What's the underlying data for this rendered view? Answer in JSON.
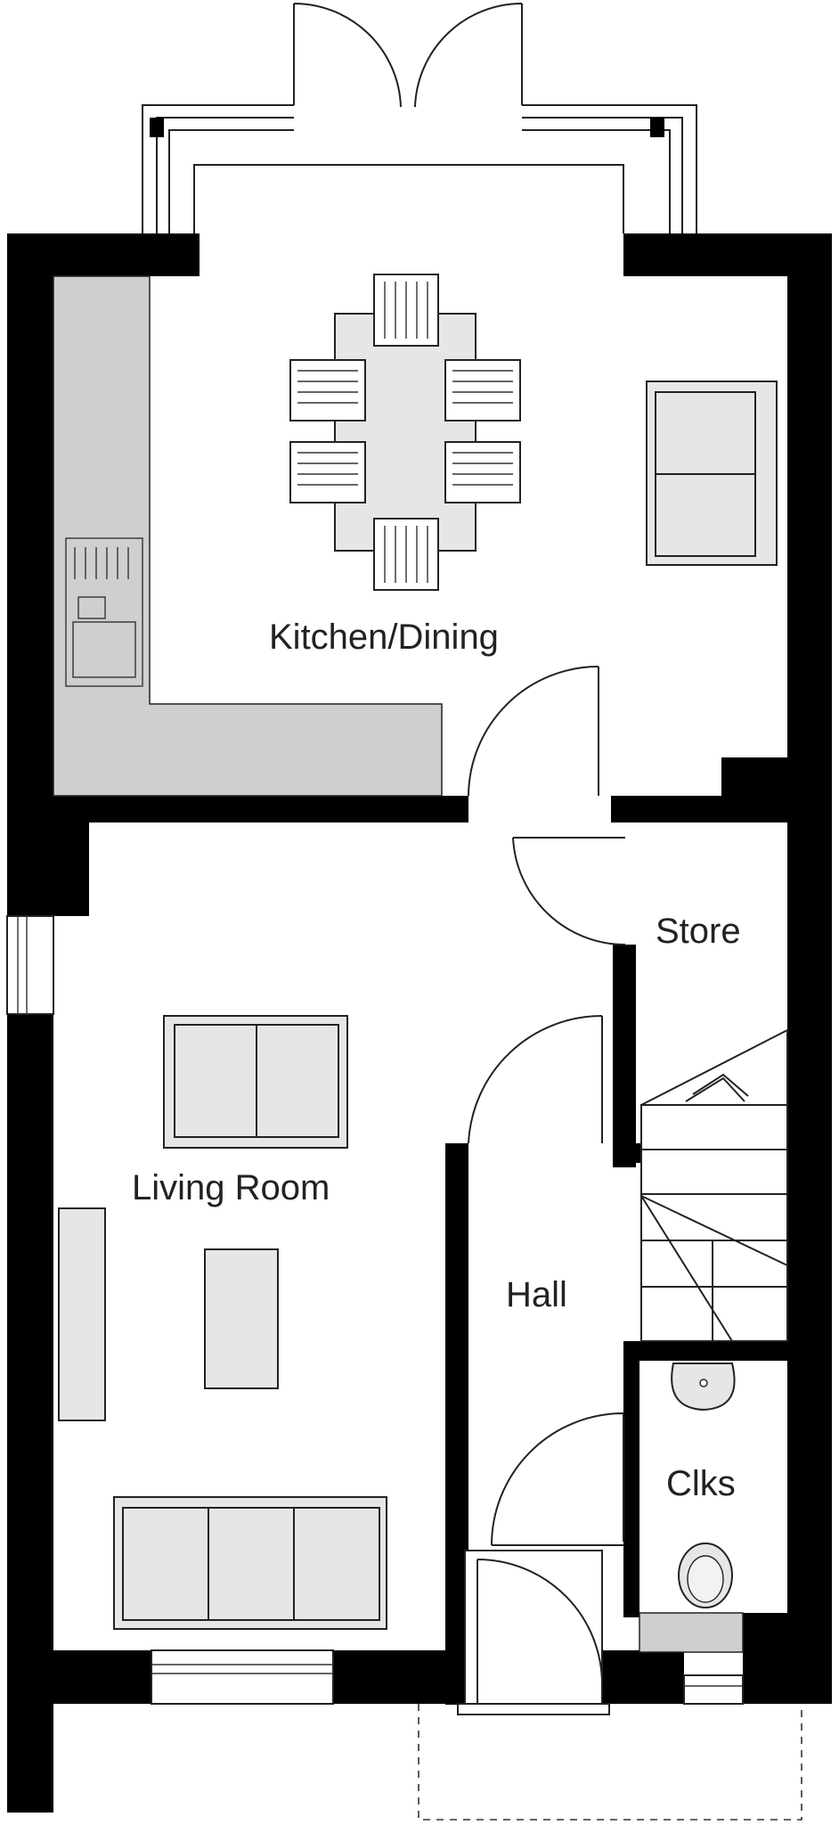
{
  "rooms": {
    "kitchen": "Kitchen/Dining",
    "store": "Store",
    "living": "Living Room",
    "hall": "Hall",
    "clks": "Clks"
  },
  "colors": {
    "wall": "#000000",
    "furniture": "#e6e6e6",
    "worktop": "#cfcfcf",
    "line": "#222222"
  }
}
